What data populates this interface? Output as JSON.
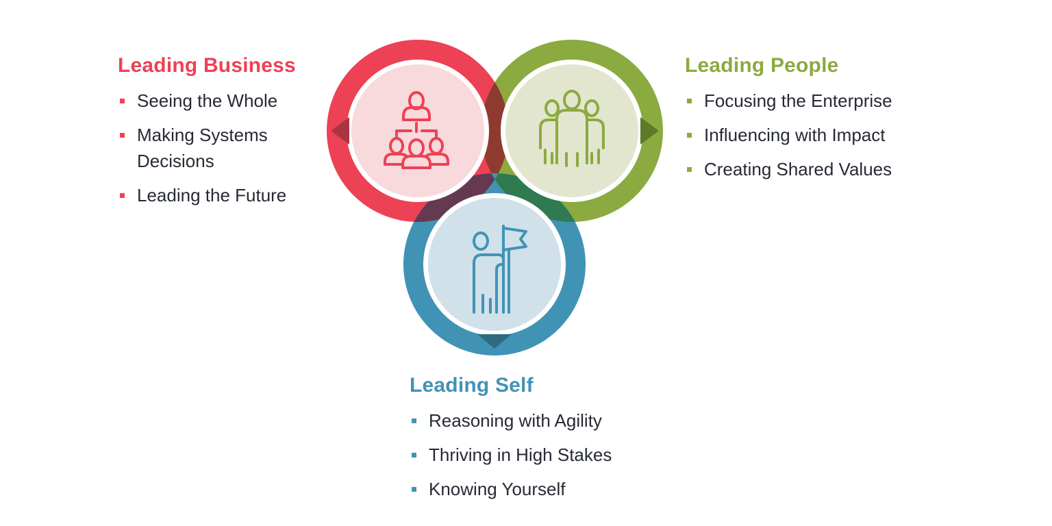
{
  "colors": {
    "background": "#ffffff",
    "text": "#262a33",
    "red": "#ed4155",
    "redInner": "#f8d9dc",
    "redDark": "#aa3541",
    "green": "#8baa40",
    "greenInner": "#e3e6ce",
    "greenDark": "#5d7a28",
    "blue": "#4193b5",
    "blueInner": "#d0e1ea",
    "blueDark": "#2e6b80",
    "overlapRedGreen": "#8f3a2f",
    "overlapRedBlue": "#653a51",
    "overlapGreenBlue": "#2f7a50"
  },
  "sections": {
    "business": {
      "title": "Leading Business",
      "items": [
        "Seeing the Whole",
        "Making Systems Decisions",
        "Leading the Future"
      ],
      "icon": "org-chart-icon",
      "arrow": "left-arrow-icon"
    },
    "people": {
      "title": "Leading People",
      "items": [
        "Focusing the Enterprise",
        "Influencing with Impact",
        "Creating Shared Values"
      ],
      "icon": "people-group-icon",
      "arrow": "right-arrow-icon"
    },
    "self": {
      "title": "Leading Self",
      "items": [
        "Reasoning with Agility",
        "Thriving in High Stakes",
        "Knowing Yourself"
      ],
      "icon": "flag-person-icon",
      "arrow": "down-arrow-icon"
    }
  }
}
